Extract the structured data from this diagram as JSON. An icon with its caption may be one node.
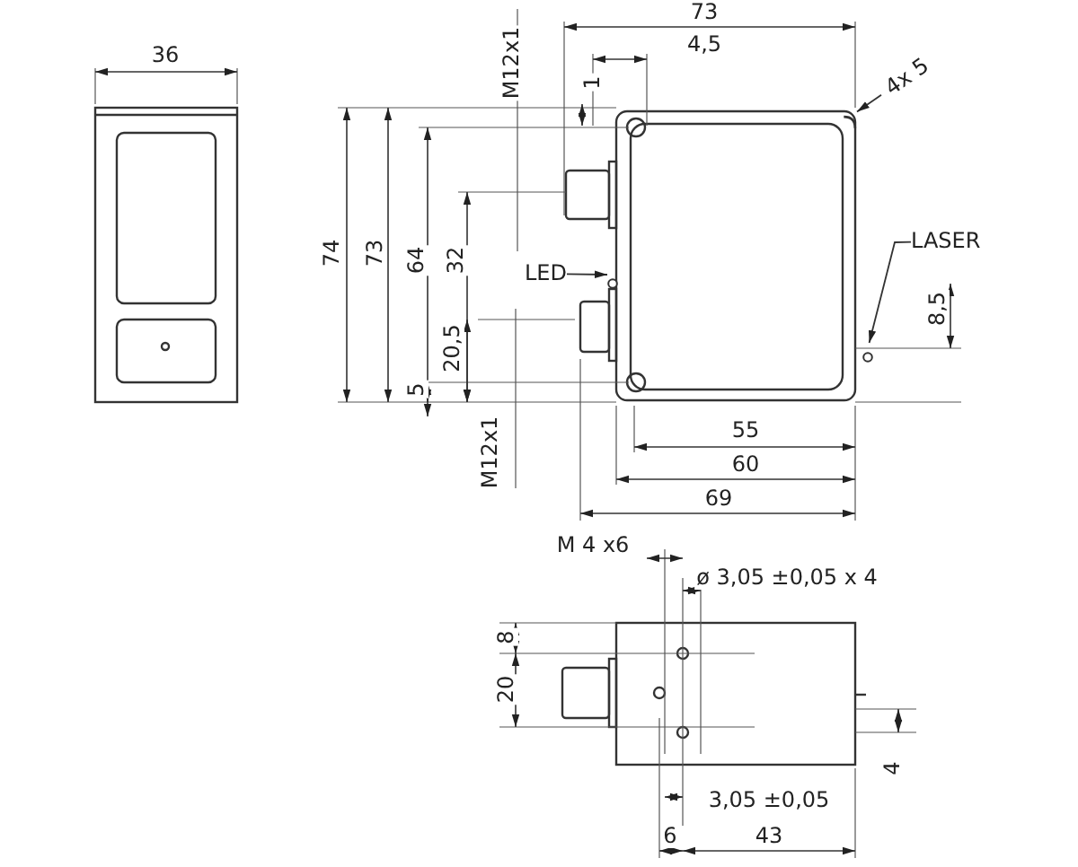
{
  "diagram": {
    "nodes": [
      {
        "text": [
          "LED"
        ]
      },
      {
        "text": [],
        "shape": "circle"
      },
      {
        "text": [
          "LASER"
        ]
      },
      {
        "text": [],
        "shape": "circle"
      },
      {
        "text": [
          "4x 5"
        ]
      },
      {
        "text": [],
        "shape": "arc"
      }
    ],
    "edges": [
      {
        "from": 0,
        "to": 1,
        "arrow": "to"
      },
      {
        "from": 2,
        "to": 3,
        "arrow": "to"
      },
      {
        "from": 4,
        "to": 5,
        "arrow": "to"
      }
    ],
    "labels": [
      "36",
      "73",
      "M12x1",
      "4,5",
      "1",
      "74",
      "73",
      "64",
      "32",
      "20,5",
      "5",
      "M12x1",
      "8,5",
      "55",
      "60",
      "69",
      "M 4 x6",
      "ø 3,05 ±0,05 x 4",
      "8",
      "20",
      "4",
      "3,05 ±0,05",
      "6",
      "43"
    ]
  }
}
